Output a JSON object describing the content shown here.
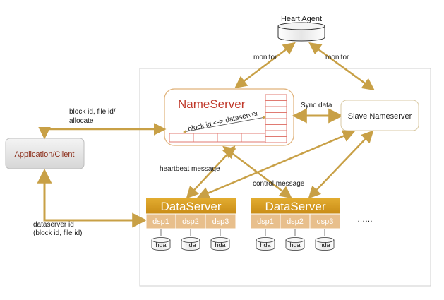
{
  "heart_agent": {
    "label": "Heart Agent"
  },
  "edges": {
    "monitor_left": "monitor",
    "monitor_right": "monitor",
    "sync_data": "Sync data",
    "block_file_allocate_line1": "block id, file id/",
    "block_file_allocate_line2": "allocate",
    "heartbeat": "heartbeat  message",
    "control": "control message",
    "dataserver_id_line1": "dataserver id",
    "dataserver_id_line2": "(block id, file id)"
  },
  "nameserver": {
    "title": "NameServer",
    "mapping": "block id <-> dataserver"
  },
  "slave_nameserver": {
    "label": "Slave Nameserver"
  },
  "client": {
    "label": "Application/Client"
  },
  "dataservers": [
    {
      "title": "DataServer",
      "dsps": [
        "dsp1",
        "dsp2",
        "dsp3"
      ],
      "disks": [
        "hda",
        "hda",
        "hda"
      ]
    },
    {
      "title": "DataServer",
      "dsps": [
        "dsp1",
        "dsp2",
        "dsp3"
      ],
      "disks": [
        "hda",
        "hda",
        "hda"
      ]
    }
  ],
  "ellipsis": "……",
  "colors": {
    "arrow": "#c8a046",
    "nameserver_title": "#c0392b",
    "grid_line": "#e07a72",
    "client_text": "#8b2c18",
    "ds_bar": "#d69a1e",
    "dsp_cell": "#e8bf8c"
  }
}
